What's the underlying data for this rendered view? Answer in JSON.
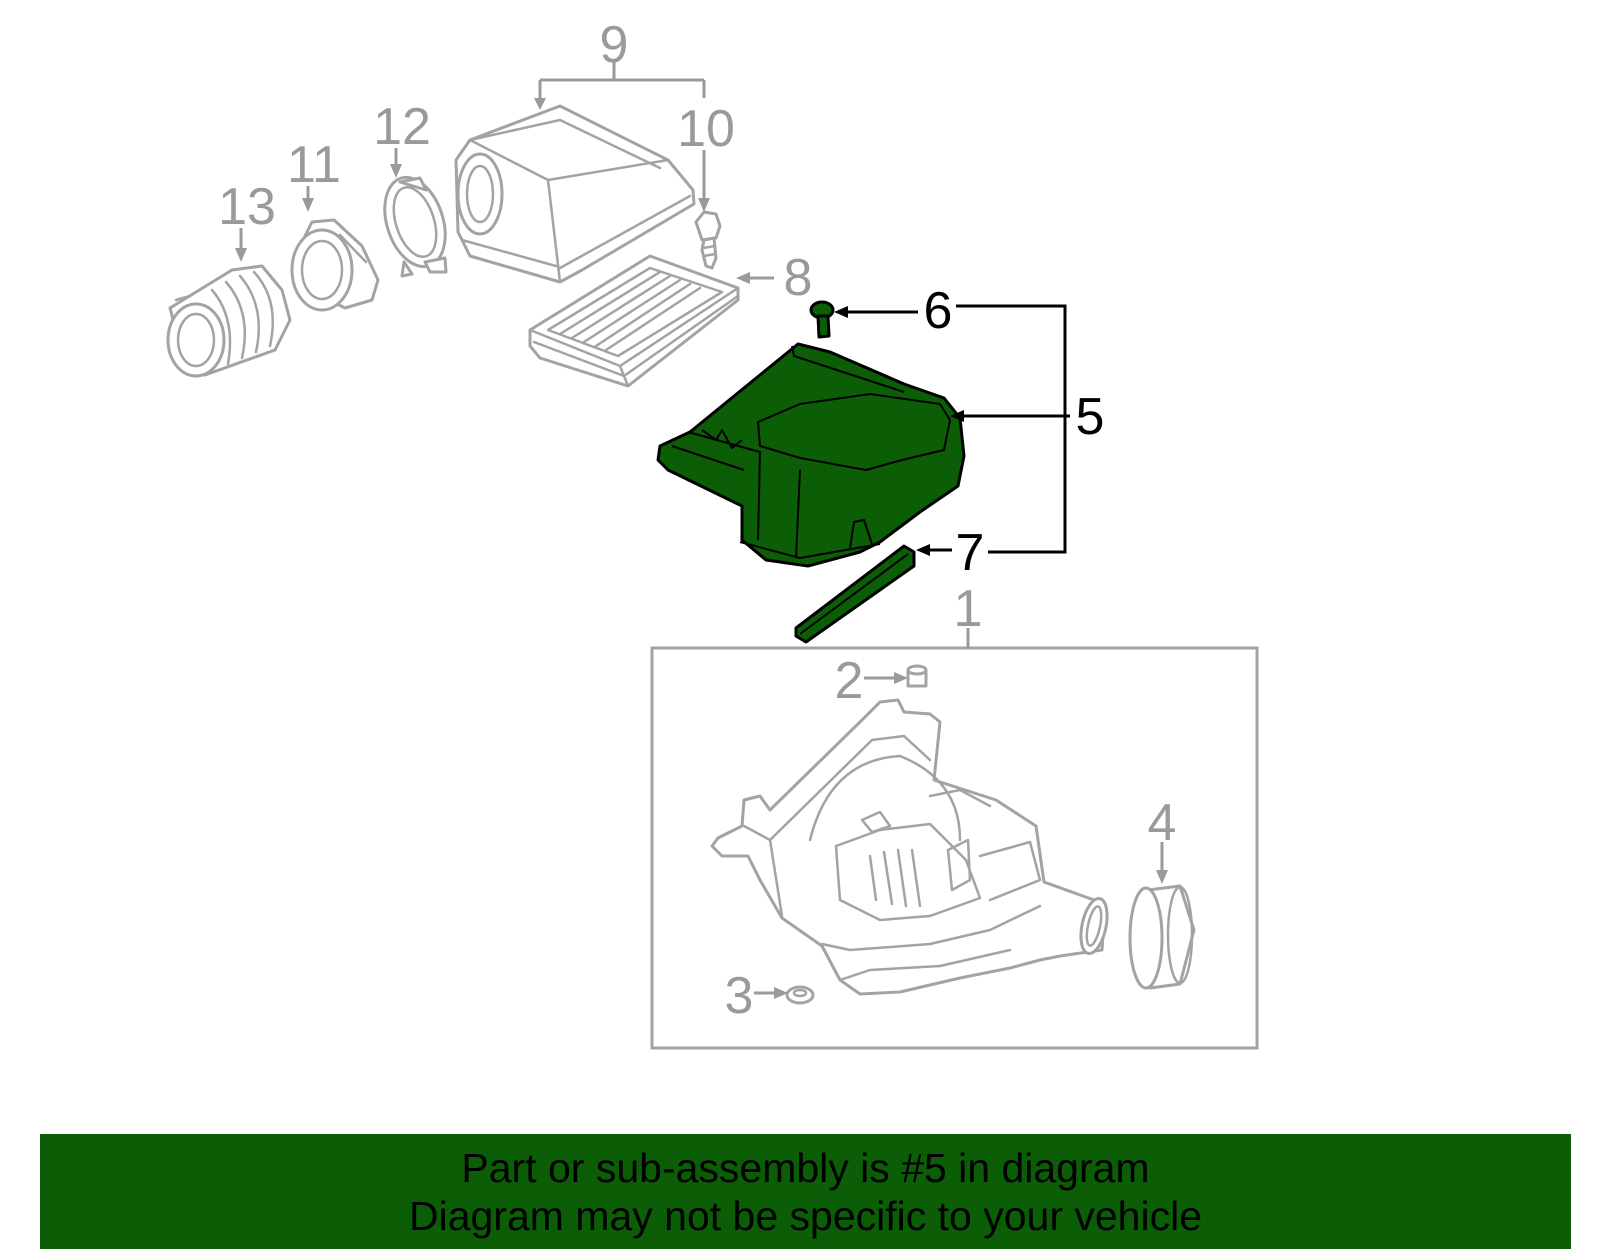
{
  "diagram": {
    "callouts": {
      "c1": "1",
      "c2": "2",
      "c3": "3",
      "c4": "4",
      "c5": "5",
      "c6": "6",
      "c7": "7",
      "c8": "8",
      "c9": "9",
      "c10": "10",
      "c11": "11",
      "c12": "12",
      "c13": "13"
    },
    "highlighted_part": "5",
    "colors": {
      "highlight": "#0b5e06",
      "line_grey": "#a3a3a3",
      "label_grey": "#9a9a9a"
    }
  },
  "banner": {
    "line1": "Part or sub-assembly is #5 in diagram",
    "line2": "Diagram may not be specific to your vehicle"
  }
}
